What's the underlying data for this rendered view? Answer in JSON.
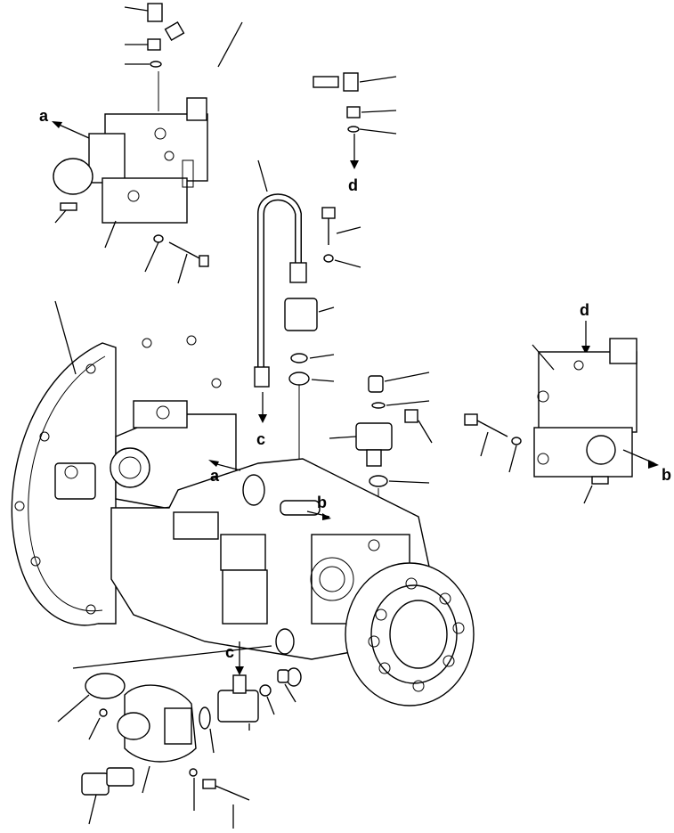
{
  "diagram": {
    "callouts": {
      "a_top": "a",
      "a_mid": "a",
      "b_mid": "b",
      "b_right": "b",
      "c_mid": "c",
      "c_low": "c",
      "d_top": "d",
      "d_right": "d"
    }
  }
}
